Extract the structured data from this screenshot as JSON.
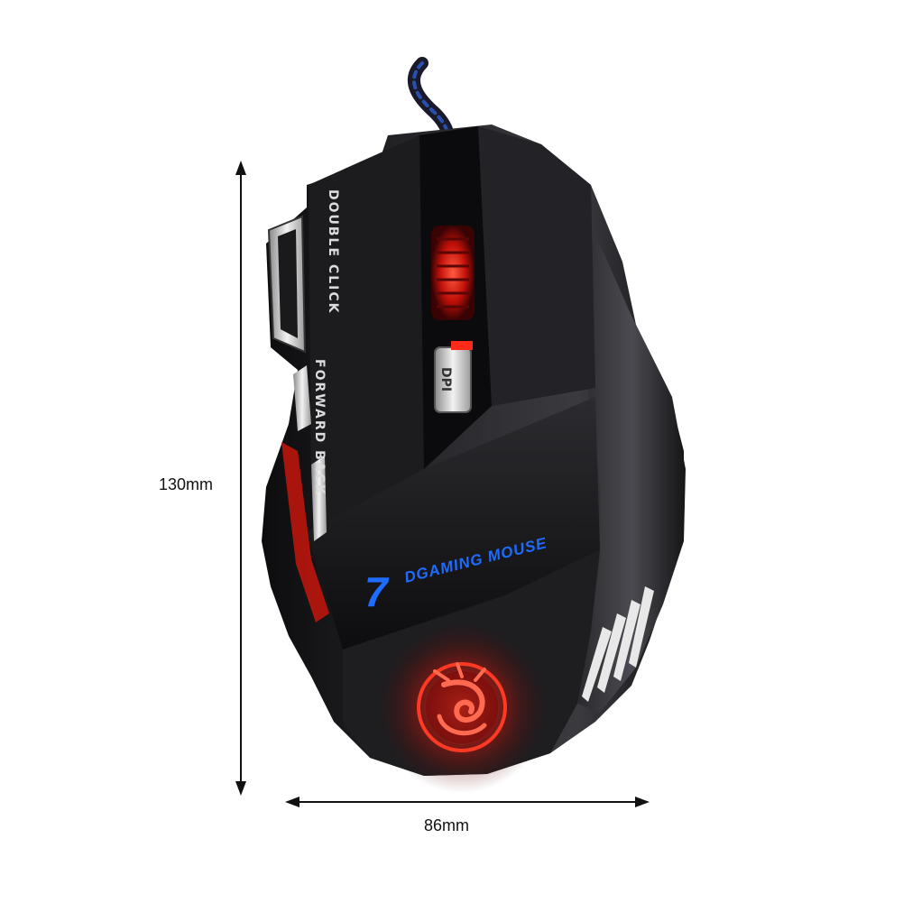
{
  "dimensions": {
    "height_label": "130mm",
    "width_label": "86mm"
  },
  "mouse": {
    "button_labels": {
      "double_click": "DOUBLE CLICK",
      "forward_back": "FORWARD BACK",
      "dpi": "DPI"
    },
    "branding": {
      "model_number": "7",
      "product_text": "DGAMING MOUSE",
      "logo": "dragon-logo"
    },
    "colors": {
      "body": "#1a1a1c",
      "red_led": "#ff2a1a",
      "blue_led": "#1e6cff",
      "silver": "#d8d8d8"
    }
  }
}
